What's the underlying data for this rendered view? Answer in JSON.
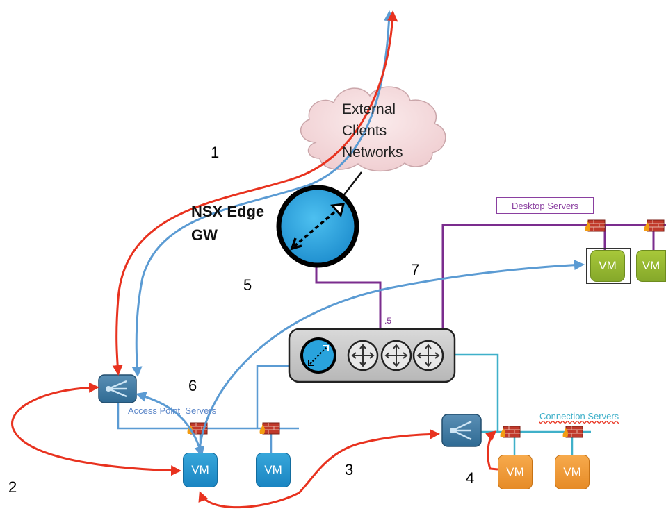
{
  "cloud": {
    "line1": "External",
    "line2": "Clients",
    "line3": "Networks"
  },
  "edge": {
    "line1": "NSX Edge",
    "line2": "GW"
  },
  "labels": {
    "desktop_servers": "Desktop Servers",
    "access_point_servers": "Access Point  Servers",
    "connection_servers": "Connection Servers",
    "subnet_suffix": ".5"
  },
  "vm_label": "VM",
  "steps": [
    "1",
    "2",
    "3",
    "4",
    "5",
    "6",
    "7"
  ],
  "colors": {
    "red_flow": "#e8321f",
    "blue_flow": "#5b9bd3",
    "purple_link": "#7b2d8e",
    "cyan_link": "#3fb0c9",
    "edge_blue": "#29a3dd"
  }
}
